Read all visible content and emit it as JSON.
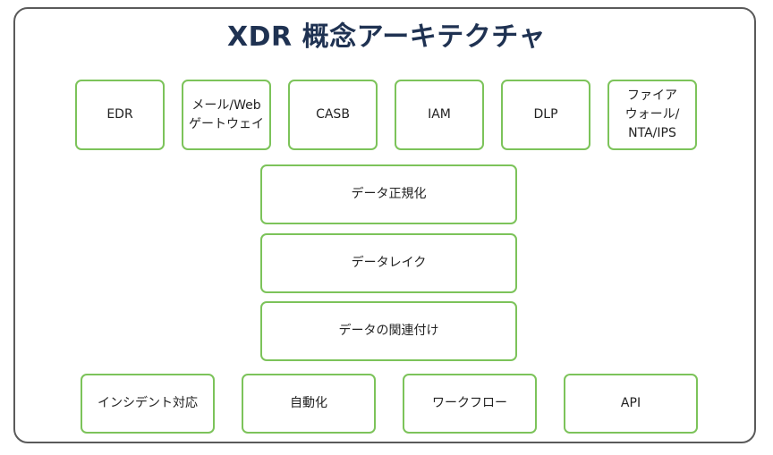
{
  "title": "XDR 概念アーキテクチャ",
  "sources": [
    {
      "label": "EDR"
    },
    {
      "label": "メール/Web\nゲートウェイ"
    },
    {
      "label": "CASB"
    },
    {
      "label": "IAM"
    },
    {
      "label": "DLP"
    },
    {
      "label": "ファイア\nウォール/\nNTA/IPS"
    }
  ],
  "core": [
    {
      "label": "データ正規化"
    },
    {
      "label": "データレイク"
    },
    {
      "label": "データの関連付け"
    }
  ],
  "outputs": [
    {
      "label": "インシデント対応"
    },
    {
      "label": "自動化"
    },
    {
      "label": "ワークフロー"
    },
    {
      "label": "API"
    }
  ],
  "colors": {
    "box_border": "#7cc35a",
    "frame_border": "#5a5a5a",
    "title": "#1f3252"
  }
}
